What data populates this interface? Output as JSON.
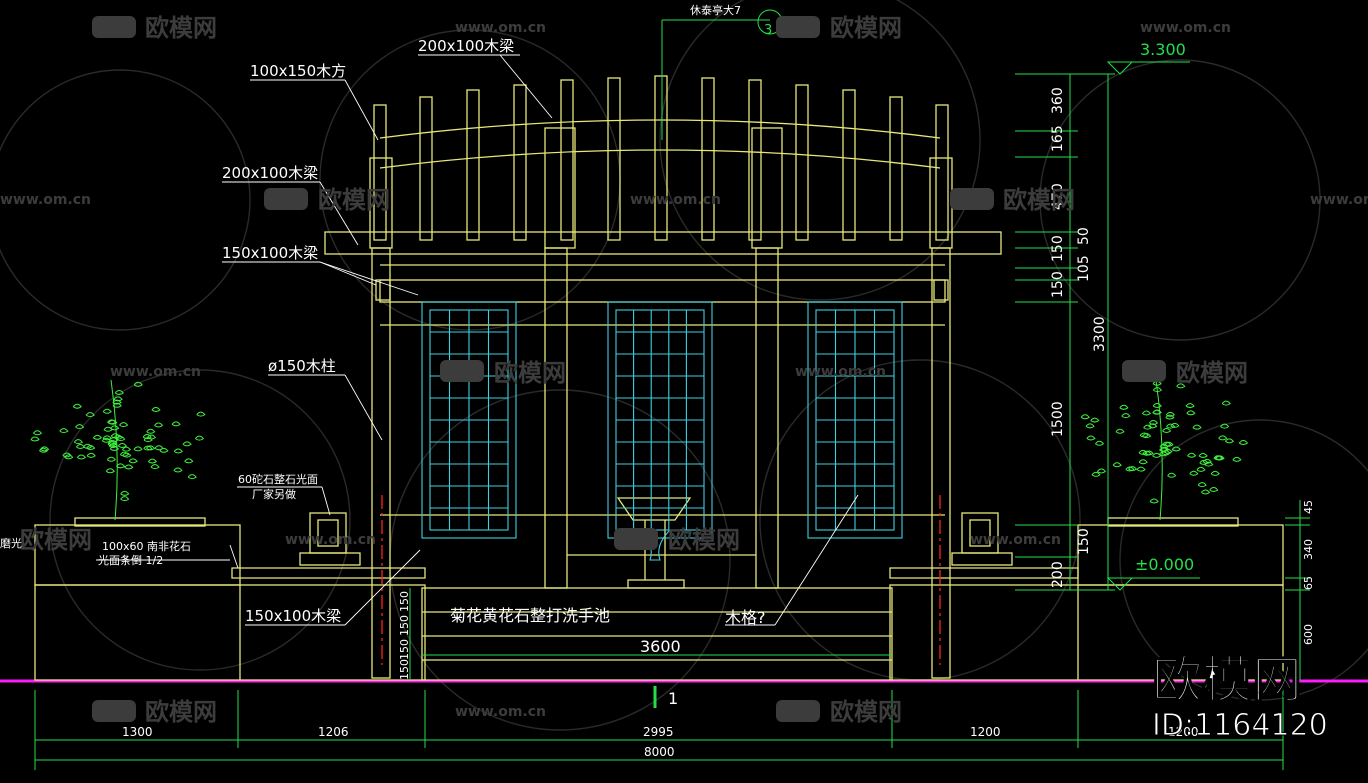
{
  "labels": {
    "top_note": "休泰亭大7",
    "lbl_beam_top": "200x100木梁",
    "lbl_square": "100x150木方",
    "lbl_beam_mid": "200x100木梁",
    "lbl_beam_150": "150x100木梁",
    "lbl_column": "ø150木柱",
    "lbl_stone_top": "60砣石整石光面",
    "lbl_stone_top2": "厂家另做",
    "lbl_strip": "100x60 南非花石",
    "lbl_strip2": "光面条倒 1/2",
    "lbl_left_edge": "磨光",
    "lbl_beam_low": "150x100木梁",
    "lbl_basin": "菊花黄花石整打洗手池",
    "lbl_grille": "木格?",
    "lbl_span": "3600",
    "elev_top": "3.300",
    "elev_zero": "±0.000",
    "section_mark": "1",
    "section_bubble": "3"
  },
  "dims_right": [
    "360",
    "165",
    "470",
    "50",
    "150",
    "105",
    "150",
    "3300",
    "1500",
    "150",
    "200"
  ],
  "dims_right2": [
    "45",
    "340",
    "65",
    "600"
  ],
  "dims_left_steps": [
    "150",
    "150",
    "150",
    "150"
  ],
  "dims_bottom": [
    "1300",
    "1206",
    "2995",
    "1200",
    "1200"
  ],
  "dim_total": "8000",
  "watermark": {
    "brand": "欧模网",
    "url": "www.om.cn",
    "big": "欧模网",
    "id": "ID:1164120"
  },
  "colors": {
    "structure": "#e6e87a",
    "glass": "#3fd0e0",
    "dim": "#22e04a",
    "text": "#ffffff",
    "plant": "#3ff03f",
    "section": "#ff2020",
    "ground": "#ff1aff"
  }
}
